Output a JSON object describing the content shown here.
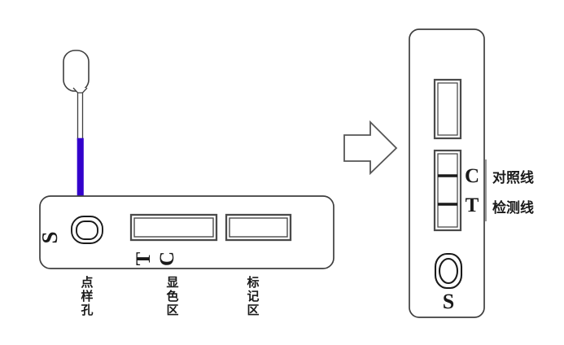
{
  "figure": {
    "title": "Lateral flow rapid test cassette — sample application diagram",
    "background_color": "#ffffff",
    "outline_color": "#3f3f3f",
    "ink_color": "#1a1a1a",
    "swab_liquid_color": "#3300cc"
  },
  "left_panel": {
    "name": "cassette-horizontal-with-swab",
    "swab": {
      "label": "sample-swab",
      "liquid_color": "#3300cc",
      "handle_color": "#ffffff"
    },
    "cassette": {
      "sample_port_letter": "S",
      "windows": [
        {
          "letters": [
            "T",
            "C"
          ]
        },
        {
          "letters": []
        }
      ]
    },
    "captions": [
      {
        "id": "sample-hole",
        "text": "点样孔"
      },
      {
        "id": "color-zone",
        "text": "显色区"
      },
      {
        "id": "marker-zone",
        "text": "标记区"
      }
    ]
  },
  "arrow": {
    "name": "process-arrow",
    "direction": "right"
  },
  "right_panel": {
    "name": "cassette-vertical-result",
    "cassette": {
      "upper_window": {
        "id": "marker-window",
        "bands": []
      },
      "result_window": {
        "id": "result-window",
        "bands": [
          {
            "id": "control-band",
            "letter": "C"
          },
          {
            "id": "test-band",
            "letter": "T"
          }
        ]
      },
      "sample_port_letter": "S"
    },
    "annotations": [
      {
        "id": "control-line-label",
        "letter": "C",
        "text": "对照线"
      },
      {
        "id": "test-line-label",
        "letter": "T",
        "text": "检测线"
      }
    ]
  }
}
